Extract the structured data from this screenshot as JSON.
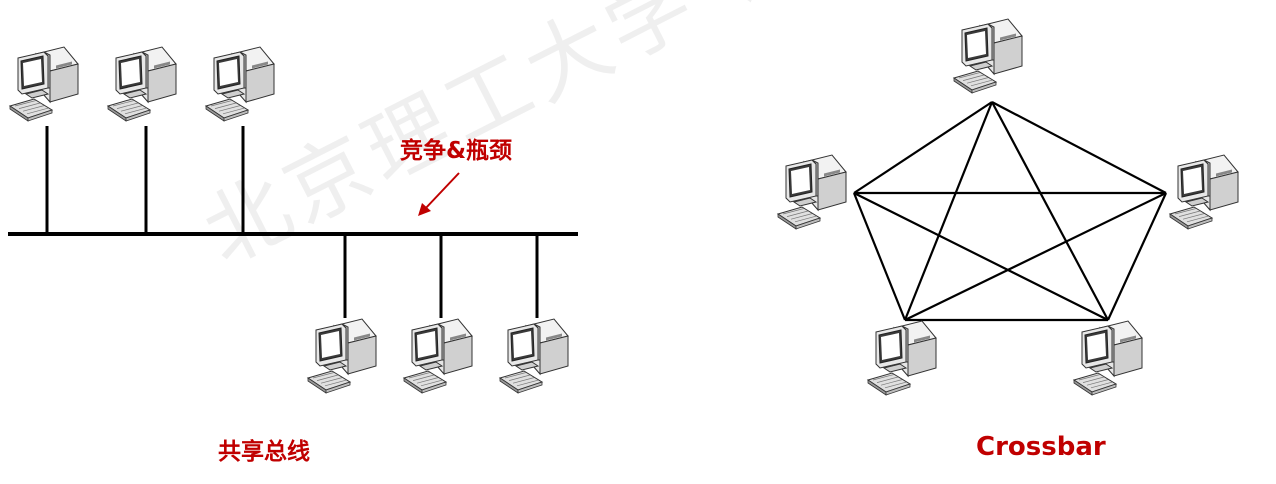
{
  "watermark": "北京理工大学 计算机系统 高",
  "labels": {
    "shared_bus": "共享总线",
    "contention": "竞争&瓶颈",
    "crossbar": "Crossbar"
  },
  "colors": {
    "label": "#c00000",
    "wire": "#000000"
  },
  "icons": {
    "computer": "computer-icon"
  }
}
